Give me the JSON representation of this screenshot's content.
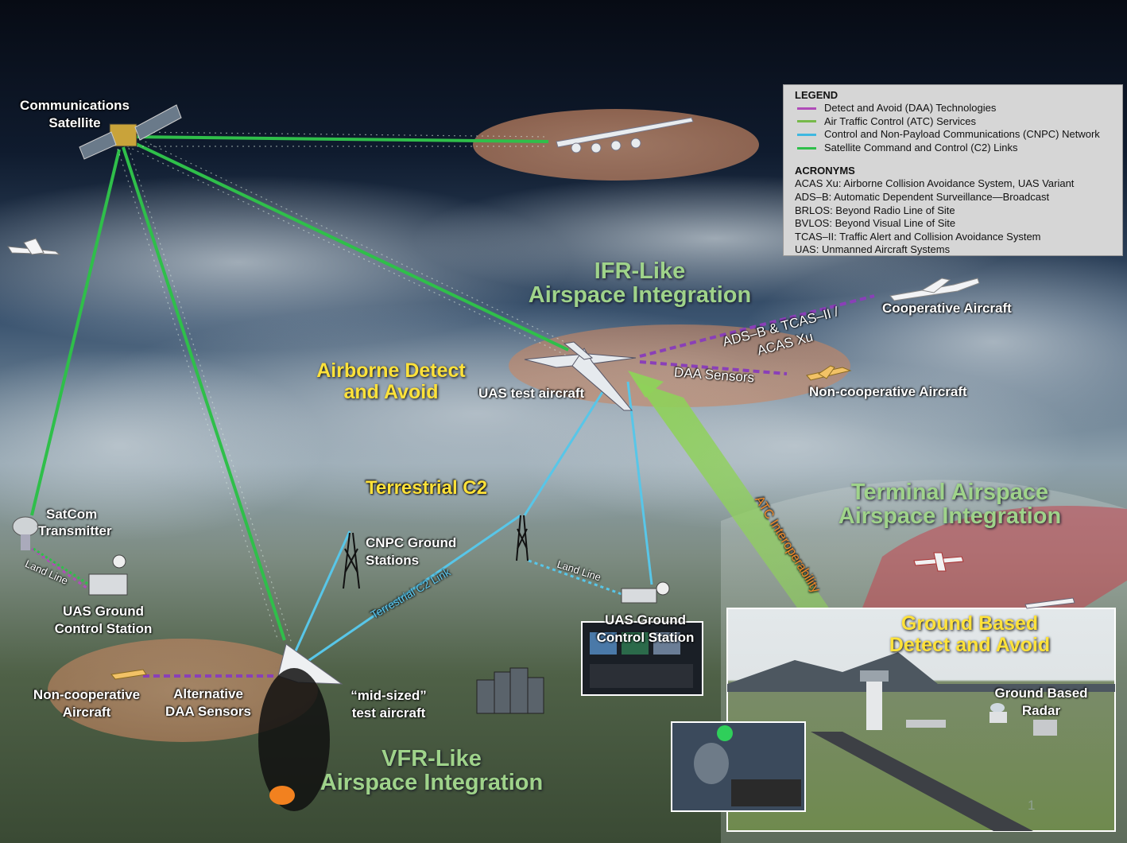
{
  "legend": {
    "title": "LEGEND",
    "items": [
      {
        "label": "Detect and Avoid (DAA) Technologies",
        "color": "#b04cb8"
      },
      {
        "label": "Air Traffic Control (ATC) Services",
        "color": "#77b94a"
      },
      {
        "label": "Control and Non-Payload Communications (CNPC) Network",
        "color": "#3fb8e0"
      },
      {
        "label": "Satellite Command and Control (C2) Links",
        "color": "#2fbf4a"
      }
    ],
    "acronyms_title": "ACRONYMS",
    "acronyms": [
      "ACAS Xu: Airborne Collision Avoidance System, UAS Variant",
      "ADS–B: Automatic Dependent Surveillance—Broadcast",
      "BRLOS: Beyond Radio Line of Site",
      "BVLOS: Beyond Visual Line of Site",
      "TCAS–II: Traffic Alert and Collision Avoidance System",
      "UAS: Unmanned Aircraft Systems"
    ]
  },
  "labels": {
    "comm_sat_1": "Communications",
    "comm_sat_2": "Satellite",
    "ifr_1": "IFR-Like",
    "ifr_2": "Airspace Integration",
    "airborne_daa_1": "Airborne Detect",
    "airborne_daa_2": "and Avoid",
    "uas_test_aircraft": "UAS test aircraft",
    "cooperative_aircraft": "Cooperative Aircraft",
    "adsb_1": "ADS–B & TCAS–II /",
    "adsb_2": "ACAS Xu",
    "daa_sensors": "DAA Sensors",
    "noncoop_aircraft_top": "Non-cooperative Aircraft",
    "terrestrial_c2": "Terrestrial C2",
    "satcom_1": "SatCom",
    "satcom_2": "Transmitter",
    "land_line_left": "Land Line",
    "uas_gcs_left_1": "UAS Ground",
    "uas_gcs_left_2": "Control Station",
    "cnpc_1": "CNPC Ground",
    "cnpc_2": "Stations",
    "terrestrial_c2_link": "Terrestrial C2 Link",
    "land_line_right": "Land Line",
    "uas_gcs_right_1": "UAS Ground",
    "uas_gcs_right_2": "Control Station",
    "atc_interop": "ATC Interoperability",
    "terminal_1": "Terminal Airspace",
    "terminal_2": "Airspace Integration",
    "gbdaa_1": "Ground Based",
    "gbdaa_2": "Detect and Avoid",
    "ground_radar_1": "Ground Based",
    "ground_radar_2": "Radar",
    "noncoop_left_1": "Non-cooperative",
    "noncoop_left_2": "Aircraft",
    "alt_daa_1": "Alternative",
    "alt_daa_2": "DAA Sensors",
    "mid_sized_1": "“mid-sized”",
    "mid_sized_2": "test aircraft",
    "vfr_1": "VFR-Like",
    "vfr_2": "Airspace Integration"
  },
  "page_number": "1"
}
